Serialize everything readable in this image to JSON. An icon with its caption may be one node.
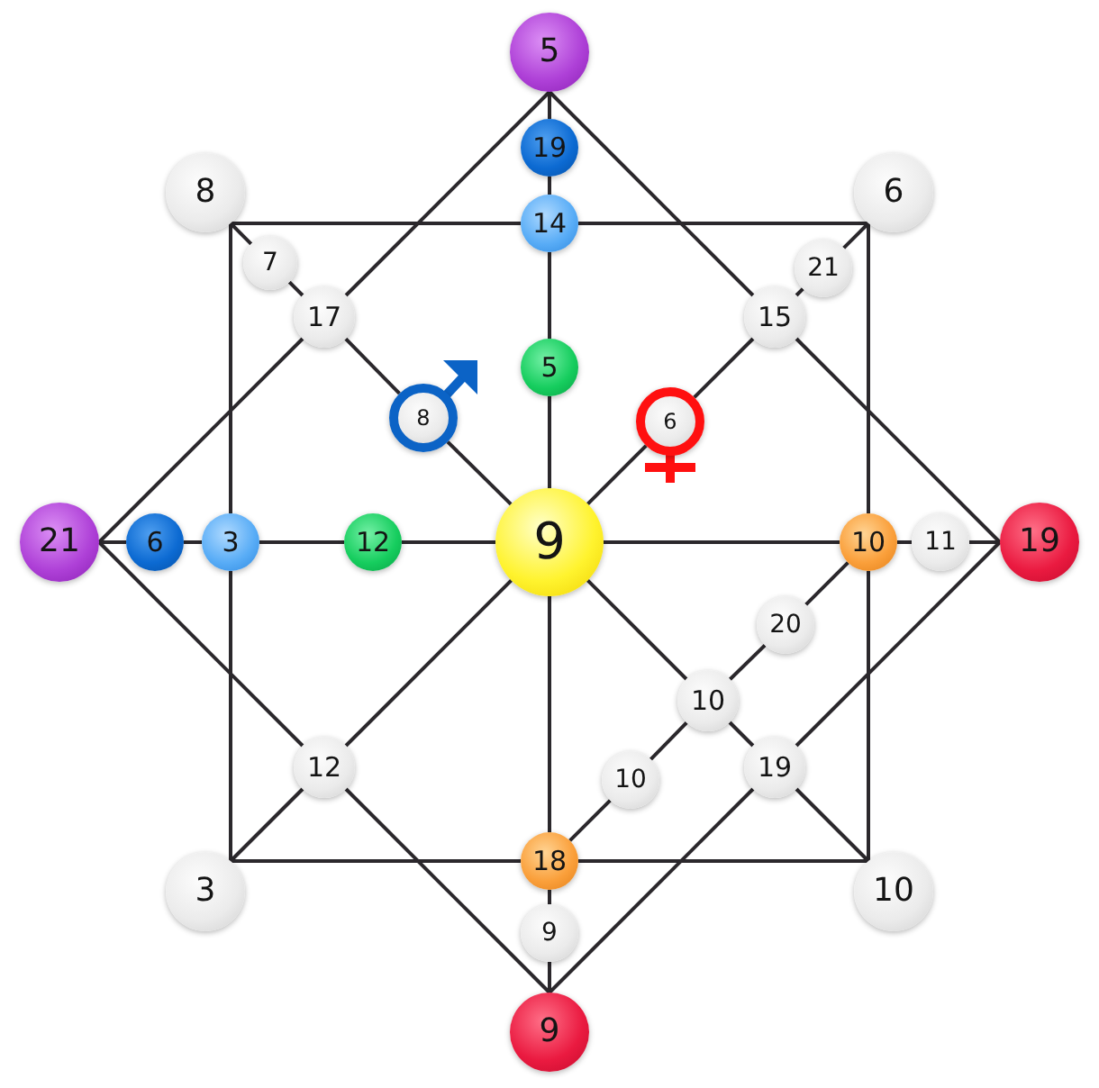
{
  "diagram": {
    "nodes": [
      {
        "text": [
          "5"
        ]
      },
      {
        "text": [
          "19"
        ]
      },
      {
        "text": [
          "8"
        ]
      },
      {
        "text": [
          "6"
        ]
      },
      {
        "text": [
          "14"
        ]
      },
      {
        "text": [
          "7"
        ]
      },
      {
        "text": [
          "21"
        ]
      },
      {
        "text": [
          "17"
        ]
      },
      {
        "text": [
          "15"
        ]
      },
      {
        "text": [
          "5"
        ]
      },
      {
        "text": [
          "8"
        ]
      },
      {
        "text": [
          "6"
        ]
      },
      {
        "text": [
          "21"
        ]
      },
      {
        "text": [
          "6"
        ]
      },
      {
        "text": [
          "3"
        ]
      },
      {
        "text": [
          "12"
        ]
      },
      {
        "text": [
          "9"
        ]
      },
      {
        "text": [
          "10"
        ]
      },
      {
        "text": [
          "11"
        ]
      },
      {
        "text": [
          "19"
        ]
      },
      {
        "text": [
          "20"
        ]
      },
      {
        "text": [
          "10"
        ]
      },
      {
        "text": [
          "12"
        ]
      },
      {
        "text": [
          "19"
        ]
      },
      {
        "text": [
          "10"
        ]
      },
      {
        "text": [
          "18"
        ]
      },
      {
        "text": [
          "3"
        ]
      },
      {
        "text": [
          "10"
        ]
      },
      {
        "text": [
          "9"
        ]
      },
      {
        "text": [
          "9"
        ]
      }
    ],
    "edges": [
      {
        "from": 0,
        "to": 1,
        "arrow": "none"
      },
      {
        "from": 1,
        "to": 4,
        "arrow": "none"
      },
      {
        "from": 4,
        "to": 9,
        "arrow": "none"
      },
      {
        "from": 9,
        "to": 16,
        "arrow": "none"
      },
      {
        "from": 16,
        "to": 25,
        "arrow": "none"
      },
      {
        "from": 25,
        "to": 28,
        "arrow": "none"
      },
      {
        "from": 28,
        "to": 29,
        "arrow": "none"
      },
      {
        "from": 12,
        "to": 13,
        "arrow": "none"
      },
      {
        "from": 13,
        "to": 14,
        "arrow": "none"
      },
      {
        "from": 14,
        "to": 15,
        "arrow": "none"
      },
      {
        "from": 15,
        "to": 16,
        "arrow": "none"
      },
      {
        "from": 16,
        "to": 17,
        "arrow": "none"
      },
      {
        "from": 17,
        "to": 18,
        "arrow": "none"
      },
      {
        "from": 18,
        "to": 19,
        "arrow": "none"
      },
      {
        "from": 2,
        "to": 4,
        "arrow": "none"
      },
      {
        "from": 4,
        "to": 3,
        "arrow": "none"
      },
      {
        "from": 3,
        "to": 17,
        "arrow": "none"
      },
      {
        "from": 17,
        "to": 27,
        "arrow": "none"
      },
      {
        "from": 27,
        "to": 25,
        "arrow": "none"
      },
      {
        "from": 25,
        "to": 26,
        "arrow": "none"
      },
      {
        "from": 26,
        "to": 14,
        "arrow": "none"
      },
      {
        "from": 14,
        "to": 2,
        "arrow": "none"
      },
      {
        "from": 0,
        "to": 8,
        "arrow": "none"
      },
      {
        "from": 8,
        "to": 19,
        "arrow": "none"
      },
      {
        "from": 19,
        "to": 23,
        "arrow": "none"
      },
      {
        "from": 23,
        "to": 29,
        "arrow": "none"
      },
      {
        "from": 29,
        "to": 22,
        "arrow": "none"
      },
      {
        "from": 22,
        "to": 12,
        "arrow": "none"
      },
      {
        "from": 12,
        "to": 7,
        "arrow": "none"
      },
      {
        "from": 7,
        "to": 0,
        "arrow": "none"
      },
      {
        "from": 2,
        "to": 5,
        "arrow": "none"
      },
      {
        "from": 5,
        "to": 7,
        "arrow": "none"
      },
      {
        "from": 7,
        "to": 10,
        "arrow": "none"
      },
      {
        "from": 10,
        "to": 16,
        "arrow": "none"
      },
      {
        "from": 16,
        "to": 21,
        "arrow": "none"
      },
      {
        "from": 21,
        "to": 23,
        "arrow": "none"
      },
      {
        "from": 23,
        "to": 27,
        "arrow": "none"
      },
      {
        "from": 3,
        "to": 6,
        "arrow": "none"
      },
      {
        "from": 6,
        "to": 8,
        "arrow": "none"
      },
      {
        "from": 8,
        "to": 11,
        "arrow": "none"
      },
      {
        "from": 11,
        "to": 16,
        "arrow": "none"
      },
      {
        "from": 16,
        "to": 22,
        "arrow": "none"
      },
      {
        "from": 22,
        "to": 26,
        "arrow": "none"
      },
      {
        "from": 17,
        "to": 20,
        "arrow": "none"
      },
      {
        "from": 20,
        "to": 21,
        "arrow": "none"
      },
      {
        "from": 21,
        "to": 24,
        "arrow": "none"
      },
      {
        "from": 24,
        "to": 25,
        "arrow": "none"
      }
    ]
  }
}
